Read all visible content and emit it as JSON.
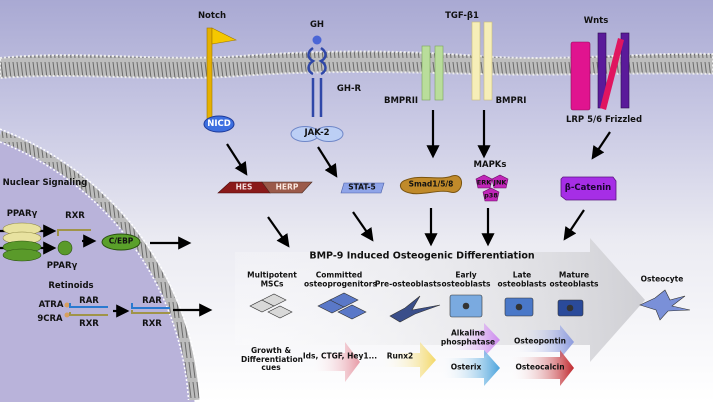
{
  "receptors": {
    "notch": "Notch",
    "nicd": "NICD",
    "gh": "GH",
    "ghr": "GH-R",
    "jak2": "JAK-2",
    "tgfb1": "TGF-β1",
    "bmprii": "BMPRII",
    "bmpri": "BMPRI",
    "wnts": "Wnts",
    "lrp_frizzled": "LRP 5/6 Frizzled"
  },
  "mediators": {
    "hes": "HES",
    "herp": "HERP",
    "stat5": "STAT-5",
    "smad": "Smad1/5/8",
    "mapks": "MAPKs",
    "erk": "ERK",
    "jnk": "JNK",
    "p38": "p38",
    "beta_catenin": "β-Catenin"
  },
  "nuclear": {
    "title": "Nuclear Signaling",
    "ppar_top": "PPARγ",
    "rxr_top": "RXR",
    "ppar_bottom": "PPARγ",
    "cebp": "C/EBP",
    "retinoids": "Retinoids",
    "atra": "ATRA",
    "9cra": "9CRA",
    "rar1": "RAR",
    "rxr1": "RXR",
    "rar2": "RAR",
    "rxr2": "RXR"
  },
  "differentiation": {
    "title": "BMP-9 Induced Osteogenic Differentiation",
    "stages": [
      "Multipotent MSCs",
      "Committed osteoprogenitors",
      "Pre-osteoblasts",
      "Early osteoblasts",
      "Late osteoblasts",
      "Mature osteoblasts",
      "Osteocyte"
    ]
  },
  "cues": {
    "label": "Growth & Differentiation cues",
    "ids": "Ids, CTGF, Hey1...",
    "runx2": "Runx2",
    "alp": "Alkaline phosphatase",
    "osterix": "Osterix",
    "osteopontin": "Osteopontin",
    "osteocalcin": "Osteocalcin"
  }
}
